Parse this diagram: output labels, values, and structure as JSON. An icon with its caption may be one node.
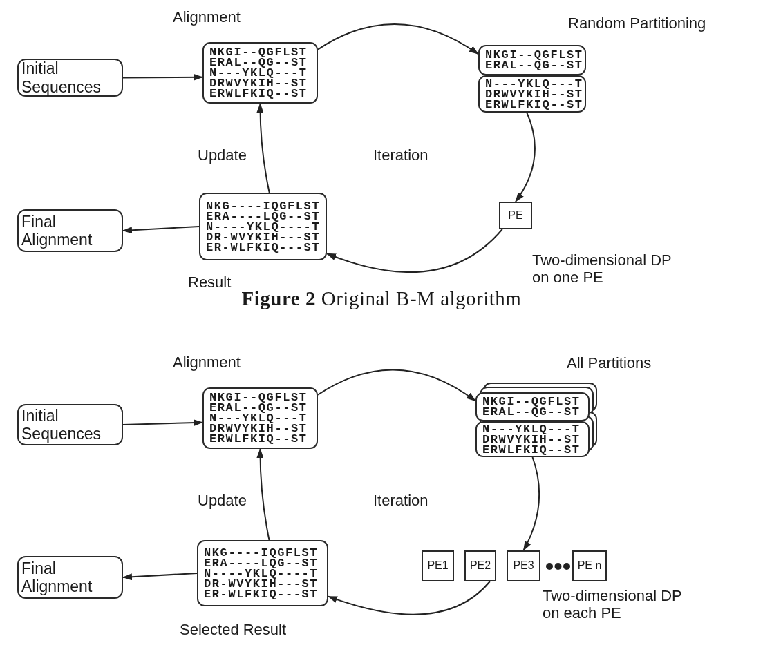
{
  "diagram": {
    "caption": "**Figure 2** Original B-M algorithm",
    "nodes": [
      {
        "text": [
          "Initial Sequences"
        ]
      },
      {
        "text": [
          "Alignment",
          "NKGI--QGFLST",
          "ERAL--QG--ST",
          "N---YKLQ---T",
          "DRWVYKIH--ST",
          "ERWLFKIQ--ST"
        ]
      },
      {
        "text": [
          "Random Partitioning",
          "NKGI--QGFLST",
          "ERAL--QG--ST"
        ]
      },
      {
        "text": [
          "N---YKLQ---T",
          "DRWVYKIH--ST",
          "ERWLFKIQ--ST"
        ]
      },
      {
        "text": [
          "PE"
        ]
      },
      {
        "text": [
          "NKG----IQGFLST",
          "ERA----LQG--ST",
          "N----YKLQ----T",
          "DR-WVYKIH---ST",
          "ER-WLFKIQ---ST",
          "Result"
        ]
      },
      {
        "text": [
          "Final Alignment"
        ]
      },
      {
        "text": [
          "Initial Sequences"
        ]
      },
      {
        "text": [
          "Alignment",
          "NKGI--QGFLST",
          "ERAL--QG--ST",
          "N---YKLQ---T",
          "DRWVYKIH--ST",
          "ERWLFKIQ--ST"
        ]
      },
      {
        "text": [
          "All Partitions",
          "NKGI--QGFLST",
          "ERAL--QG--ST"
        ]
      },
      {
        "text": [
          "N---YKLQ---T",
          "DRWVYKIH--ST",
          "ERWLFKIQ--ST"
        ]
      },
      {
        "text": [
          "PE1"
        ]
      },
      {
        "text": [
          "PE2"
        ]
      },
      {
        "text": [
          "PE3"
        ]
      },
      {
        "text": [
          "PE n"
        ]
      },
      {
        "text": [
          "NKG----IQGFLST",
          "ERA----LQG--ST",
          "N----YKLQ----T",
          "DR-WVYKIH---ST",
          "ER-WLFKIQ---ST",
          "Selected Result"
        ]
      },
      {
        "text": [
          "Final Alignment"
        ]
      }
    ],
    "edges": [
      {
        "from": 0,
        "to": 1,
        "arrow": "to"
      },
      {
        "from": 1,
        "to": 2,
        "arrow": "to"
      },
      {
        "from": 3,
        "to": 4,
        "arrow": "to"
      },
      {
        "from": 4,
        "to": 5,
        "arrow": "to"
      },
      {
        "from": 5,
        "to": 1,
        "arrow": "to"
      },
      {
        "from": 5,
        "to": 6,
        "arrow": "to"
      },
      {
        "from": 7,
        "to": 8,
        "arrow": "to"
      },
      {
        "from": 8,
        "to": 9,
        "arrow": "to"
      },
      {
        "from": 10,
        "to": 13,
        "arrow": "to"
      },
      {
        "from": 12,
        "to": 15,
        "arrow": "to"
      },
      {
        "from": 15,
        "to": 8,
        "arrow": "to"
      },
      {
        "from": 15,
        "to": 16,
        "arrow": "to"
      }
    ],
    "labels": [
      "Update",
      "Iteration",
      "Two-dimensional DP on one PE",
      "Update",
      "Iteration",
      "Two-dimensional DP on each PE"
    ]
  }
}
